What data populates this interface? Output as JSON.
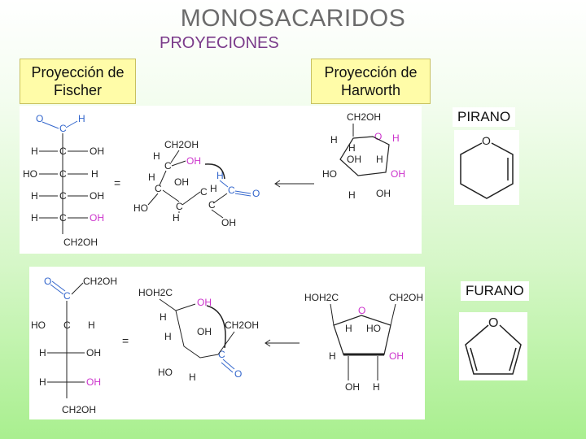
{
  "header": {
    "title": "MONOSACARIDOS",
    "subtitle": "PROYECIONES"
  },
  "labels": {
    "fischer": "Proyección de Fischer",
    "haworth": "Proyección de Harworth",
    "pirano": "PIRANO",
    "furano": "FURANO"
  },
  "colors": {
    "subtitle": "#7a3a8a",
    "label_bg": "#fffca8",
    "atom_highlight": "#cc33cc",
    "carbonyl": "#3366cc"
  },
  "top_panel": {
    "fischer": {
      "aldehyde_o": "O",
      "aldehyde_c": "C",
      "aldehyde_h": "H",
      "rows": [
        {
          "left": "H",
          "right": "OH"
        },
        {
          "left": "HO",
          "right": "H"
        },
        {
          "left": "H",
          "right": "OH"
        },
        {
          "left": "H",
          "right": "OH"
        }
      ],
      "bottom": "CH2OH",
      "carbon": "C"
    },
    "intermediate": {
      "top": "CH2OH",
      "oh_pink": "OH",
      "h1": "H",
      "c1": "C",
      "h2": "H",
      "oh1": "OH",
      "ho": "HO",
      "h3": "H",
      "h4": "H",
      "oh2": "OH",
      "h_blue": "H",
      "c_blue": "C",
      "o_blue": "O",
      "h_bottom": "H",
      "c2": "C",
      "c3": "C",
      "c4": "C",
      "c5": "C"
    },
    "haworth": {
      "top": "CH2OH",
      "ring_o": "O",
      "h_pink": "H",
      "h_left": "H",
      "h_inner": "H",
      "oh_inner": "OH",
      "h_inner2": "H",
      "ho": "HO",
      "oh_pink": "OH",
      "h_bottom": "H",
      "oh_bottom": "OH"
    },
    "equals": "="
  },
  "bottom_panel": {
    "fischer": {
      "o": "O",
      "c": "C",
      "ch2oh_top": "CH2OH",
      "rows": [
        {
          "left": "HO",
          "right": "H"
        },
        {
          "left": "H",
          "right": "OH"
        },
        {
          "left": "H",
          "right": "OH"
        }
      ],
      "bottom": "CH2OH"
    },
    "intermediate": {
      "hoh2c": "HOH2C",
      "oh_pink": "OH",
      "h1": "H",
      "h2": "H",
      "oh1": "OH",
      "ch2oh": "CH2OH",
      "ho": "HO",
      "h3": "H",
      "c_blue": "C",
      "o_blue": "O"
    },
    "haworth": {
      "hoh2c": "HOH2C",
      "ch2oh": "CH2OH",
      "ring_o": "O",
      "h1": "H",
      "ho": "HO",
      "h2": "H",
      "oh_pink": "OH",
      "oh": "OH",
      "h3": "H"
    },
    "equals": "="
  },
  "rings": {
    "pyran_o": "O",
    "furan_o": "O"
  }
}
